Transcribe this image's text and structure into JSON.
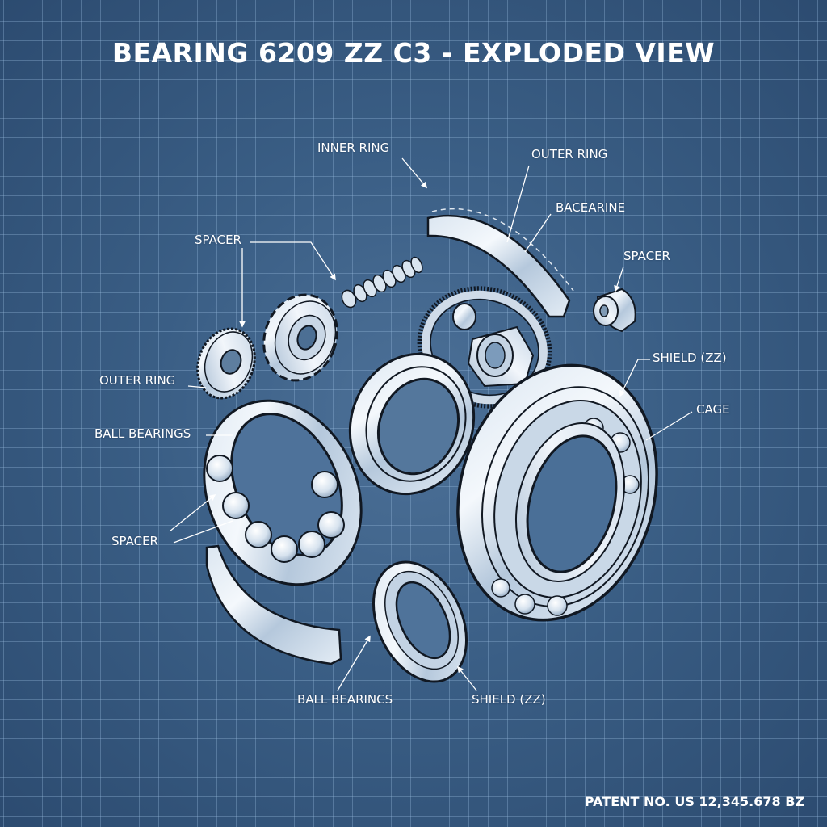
{
  "title": "BEARING 6209 ZZ C3 - EXPLODED VIEW",
  "labels": {
    "inner_ring": "INNER RING",
    "outer_ring_top": "OUTER RING",
    "bacearine": "BACEARINE",
    "spacer_top_left": "SPACER",
    "spacer_right": "SPACER",
    "outer_ring_left": "OUTER RING",
    "shield_right": "SHIELD (ZZ)",
    "cage": "CAGE",
    "ball_bearings_left": "BALL BEARINGS",
    "spacer_bottom_left": "SPACER",
    "ball_bearincs_bottom": "BALL BEARINCS",
    "shield_bottom": "SHIELD (ZZ)"
  },
  "footer": {
    "patent": "PATENT NO. US 12,345.678 BZ"
  },
  "colors": {
    "background": "#3a5e85",
    "grid_line": "#96b9dc",
    "metal_light": "#e8f0f8",
    "metal_mid": "#b9cbe0",
    "outline": "#111822",
    "label_text": "#ffffff"
  }
}
